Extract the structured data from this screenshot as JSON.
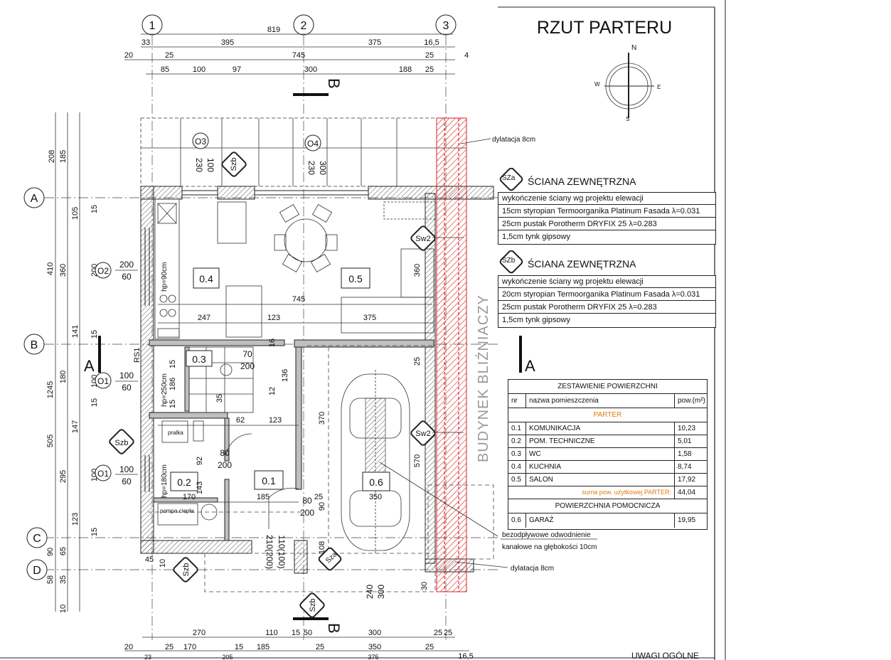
{
  "title": "RZUT PARTERU",
  "compass": {
    "n": "N",
    "s": "S",
    "e": "E",
    "w": "W"
  },
  "axes": {
    "col": [
      "1",
      "2",
      "3"
    ],
    "row": [
      "A",
      "B",
      "C",
      "D"
    ]
  },
  "section_marks": {
    "a": "A",
    "b": "B"
  },
  "top_dims": {
    "r1": [
      "819"
    ],
    "r2": [
      "33",
      "395",
      "375",
      "16,5"
    ],
    "r3": [
      "20",
      "25",
      "745",
      "25",
      "4"
    ],
    "r4": [
      "85",
      "100",
      "97",
      "300",
      "188",
      "25"
    ]
  },
  "bottom_dims": {
    "r1": [
      "270",
      "110",
      "15",
      "50",
      "300",
      "25",
      "25"
    ],
    "r2": [
      "20",
      "25",
      "170",
      "15",
      "185",
      "25",
      "350",
      "25",
      "16,5"
    ],
    "r3": [
      "23",
      "205",
      "375"
    ]
  },
  "left_dims": {
    "outer": [
      "1245"
    ],
    "mid": [
      "410",
      "505",
      "90",
      "58",
      "10"
    ],
    "inner": [
      "208",
      "185",
      "105",
      "360",
      "141",
      "180",
      "147",
      "295",
      "123",
      "65",
      "35"
    ],
    "inner2": [
      "15",
      "200",
      "15",
      "100",
      "15",
      "100",
      "15"
    ]
  },
  "rooms": {
    "r01": "0.1",
    "r02": "0.2",
    "r03": "0.3",
    "r04": "0.4",
    "r05": "0.5",
    "r06": "0.6"
  },
  "interior_dims": [
    "745",
    "247",
    "123",
    "375",
    "62",
    "123",
    "370",
    "570",
    "350",
    "360",
    "80",
    "200",
    "80",
    "200",
    "170",
    "185",
    "143",
    "25",
    "92",
    "70",
    "200",
    "25",
    "90",
    "136",
    "12",
    "16",
    "15",
    "186",
    "15",
    "35",
    "300",
    "240",
    "30",
    "45",
    "10",
    "108",
    "110(100)",
    "210(200)"
  ],
  "window_tags": {
    "o1a": {
      "code": "O1",
      "w": "100",
      "h": "60"
    },
    "o1b": {
      "code": "O1",
      "w": "100",
      "h": "60"
    },
    "o2": {
      "code": "O2",
      "w": "200",
      "h": "60"
    },
    "o3": {
      "code": "O3",
      "w": "100",
      "h": "230"
    },
    "o4": {
      "code": "O4",
      "w": "300",
      "h": "230"
    }
  },
  "wall_tags": [
    "Szb",
    "Szb",
    "Szb",
    "Szb",
    "Sza",
    "Sw2",
    "Sw2"
  ],
  "annotations": {
    "dylatacja_top": "dylatacja 8cm",
    "dylatacja_bottom": "dylatacja 8cm",
    "drain": [
      "bezodpływowe odwodnienie",
      "kanałowe na głębokości 10cm"
    ],
    "neighbour": "BUDYNEK BLIŹNIACZY",
    "rs1": "RS1",
    "hp_kitchen": "hp=90cm",
    "hp_stair": "hp=250cm",
    "hp_tech": "hp=180cm",
    "pralka": "pralka",
    "pompa": "pompa ciepła",
    "bottom_right": "UWAGI OGÓLNE"
  },
  "wall_types": {
    "sza": {
      "tag": "SZa",
      "title": "ŚCIANA ZEWNĘTRZNA",
      "rows": [
        "wykończenie ściany wg projektu elewacji",
        "15cm styropian Termoorganika Platinum Fasada λ=0.031",
        "25cm pustak Porotherm DRYFIX 25  λ=0.283",
        "1,5cm tynk gipsowy"
      ]
    },
    "szb": {
      "tag": "SZb",
      "title": "ŚCIANA ZEWNĘTRZNA",
      "rows": [
        "wykończenie ściany wg projektu elewacji",
        "20cm styropian Termoorganika Platinum Fasada λ=0.031",
        "25cm pustak Porotherm DRYFIX 25  λ=0.283",
        "1,5cm tynk gipsowy"
      ]
    }
  },
  "area_table": {
    "title": "ZESTAWIENIE POWIERZCHNI",
    "headers": {
      "nr": "nr",
      "name": "nazwa pomieszczenia",
      "area": "pow.(m²)"
    },
    "section1": "PARTER",
    "rows": [
      {
        "nr": "0.1",
        "name": "KOMUNIKACJA",
        "area": "10,23"
      },
      {
        "nr": "0.2",
        "name": "POM. TECHNICZNE",
        "area": "5,01"
      },
      {
        "nr": "0.3",
        "name": "WC",
        "area": "1,58"
      },
      {
        "nr": "0.4",
        "name": "KUCHNIA",
        "area": "8,74"
      },
      {
        "nr": "0.5",
        "name": "SALON",
        "area": "17,92"
      }
    ],
    "sum_label": "suma pow. użytkowej PARTER:",
    "sum_value": "44,04",
    "section2": "POWIERZCHNIA POMOCNICZA",
    "rows2": [
      {
        "nr": "0.6",
        "name": "GARAŻ",
        "area": "19,95"
      }
    ]
  },
  "colors": {
    "accent_orange": "#e07a10",
    "hatch_red": "#d22222",
    "line": "#222222"
  }
}
